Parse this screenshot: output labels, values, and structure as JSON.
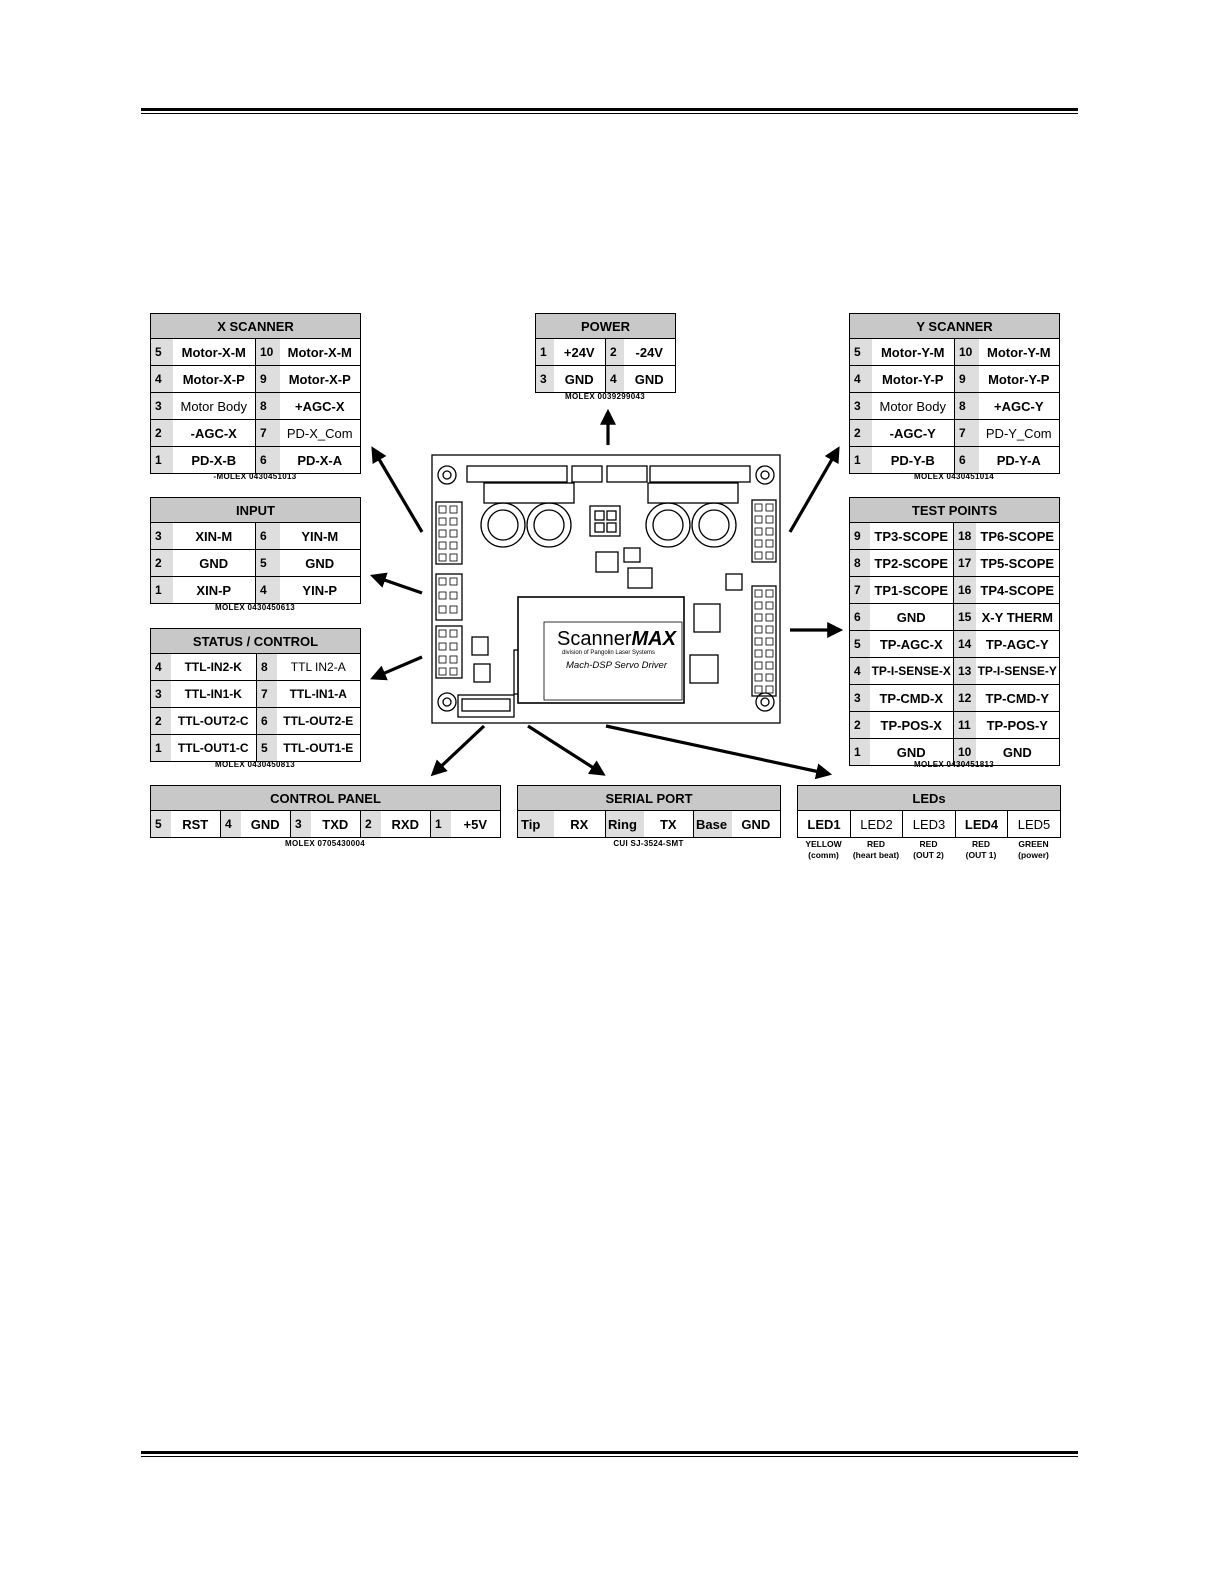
{
  "x_scanner": {
    "title": "X SCANNER",
    "rows": [
      [
        "5",
        "Motor-X-M",
        "10",
        "Motor-X-M"
      ],
      [
        "4",
        "Motor-X-P",
        "9",
        "Motor-X-P"
      ],
      [
        "3",
        "Motor Body",
        "8",
        "+AGC-X"
      ],
      [
        "2",
        "-AGC-X",
        "7",
        "PD-X_Com"
      ],
      [
        "1",
        "PD-X-B",
        "6",
        "PD-X-A"
      ]
    ],
    "part": "-MOLEX 0430451013"
  },
  "power": {
    "title": "POWER",
    "rows": [
      [
        "1",
        "+24V",
        "2",
        "-24V"
      ],
      [
        "3",
        "GND",
        "4",
        "GND"
      ]
    ],
    "part": "MOLEX 0039299043"
  },
  "y_scanner": {
    "title": "Y SCANNER",
    "rows": [
      [
        "5",
        "Motor-Y-M",
        "10",
        "Motor-Y-M"
      ],
      [
        "4",
        "Motor-Y-P",
        "9",
        "Motor-Y-P"
      ],
      [
        "3",
        "Motor Body",
        "8",
        "+AGC-Y"
      ],
      [
        "2",
        "-AGC-Y",
        "7",
        "PD-Y_Com"
      ],
      [
        "1",
        "PD-Y-B",
        "6",
        "PD-Y-A"
      ]
    ],
    "part": "MOLEX 0430451014"
  },
  "input": {
    "title": "INPUT",
    "rows": [
      [
        "3",
        "XIN-M",
        "6",
        "YIN-M"
      ],
      [
        "2",
        "GND",
        "5",
        "GND"
      ],
      [
        "1",
        "XIN-P",
        "4",
        "YIN-P"
      ]
    ],
    "part": "MOLEX 0430450613"
  },
  "test_points": {
    "title": "TEST POINTS",
    "rows": [
      [
        "9",
        "TP3-SCOPE",
        "18",
        "TP6-SCOPE"
      ],
      [
        "8",
        "TP2-SCOPE",
        "17",
        "TP5-SCOPE"
      ],
      [
        "7",
        "TP1-SCOPE",
        "16",
        "TP4-SCOPE"
      ],
      [
        "6",
        "GND",
        "15",
        "X-Y THERM"
      ],
      [
        "5",
        "TP-AGC-X",
        "14",
        "TP-AGC-Y"
      ],
      [
        "4",
        "TP-I-SENSE-X",
        "13",
        "TP-I-SENSE-Y"
      ],
      [
        "3",
        "TP-CMD-X",
        "12",
        "TP-CMD-Y"
      ],
      [
        "2",
        "TP-POS-X",
        "11",
        "TP-POS-Y"
      ],
      [
        "1",
        "GND",
        "10",
        "GND"
      ]
    ],
    "part": "MOLEX 0430451813"
  },
  "status_control": {
    "title": "STATUS / CONTROL",
    "rows": [
      [
        "4",
        "TTL-IN2-K",
        "8",
        "TTL IN2-A"
      ],
      [
        "3",
        "TTL-IN1-K",
        "7",
        "TTL-IN1-A"
      ],
      [
        "2",
        "TTL-OUT2-C",
        "6",
        "TTL-OUT2-E"
      ],
      [
        "1",
        "TTL-OUT1-C",
        "5",
        "TTL-OUT1-E"
      ]
    ],
    "part": "MOLEX 0430450813"
  },
  "control_panel": {
    "title": "CONTROL PANEL",
    "cells": [
      "5",
      "RST",
      "4",
      "GND",
      "3",
      "TXD",
      "2",
      "RXD",
      "1",
      "+5V"
    ],
    "part": "MOLEX 0705430004"
  },
  "serial_port": {
    "title": "SERIAL PORT",
    "cells": [
      "Tip",
      "RX",
      "Ring",
      "TX",
      "Base",
      "GND"
    ],
    "part": "CUI SJ-3524-SMT"
  },
  "leds": {
    "title": "LEDs",
    "cells": [
      "LED1",
      "LED2",
      "LED3",
      "LED4",
      "LED5"
    ],
    "colors": [
      "YELLOW",
      "RED",
      "RED",
      "RED",
      "GREEN"
    ],
    "functions": [
      "(comm)",
      "(heart beat)",
      "(OUT 2)",
      "(OUT 1)",
      "(power)"
    ]
  },
  "board": {
    "brand_a": "Scanner",
    "brand_b": "MAX",
    "division": "division of Pangolin Laser Systems",
    "product": "Mach-DSP Servo Driver"
  }
}
